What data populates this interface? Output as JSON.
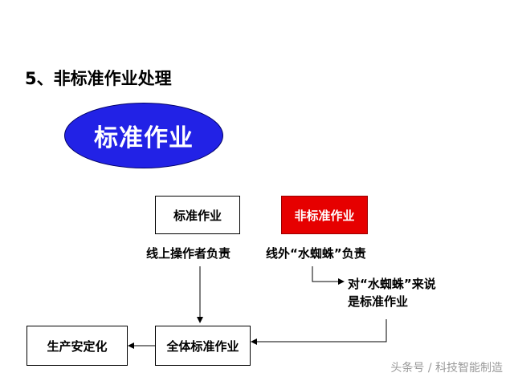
{
  "title": "5、非标准作业处理",
  "ellipse": {
    "label": "标准作业",
    "color": "#2222e6"
  },
  "nodes": {
    "standard": "标准作业",
    "nonstandard": "非标准作业",
    "safety": "生产安定化",
    "all_standard": "全体标准作业"
  },
  "labels": {
    "online": "线上操作者负责",
    "offline": "线外“水蜘蛛”负责"
  },
  "note": {
    "line1": "对“水蜘蛛”来说",
    "line2": "是标准作业"
  },
  "watermark": "头条号 / 科技智能制造",
  "colors": {
    "accent_blue": "#2222e6",
    "alert_red": "#e60000"
  }
}
